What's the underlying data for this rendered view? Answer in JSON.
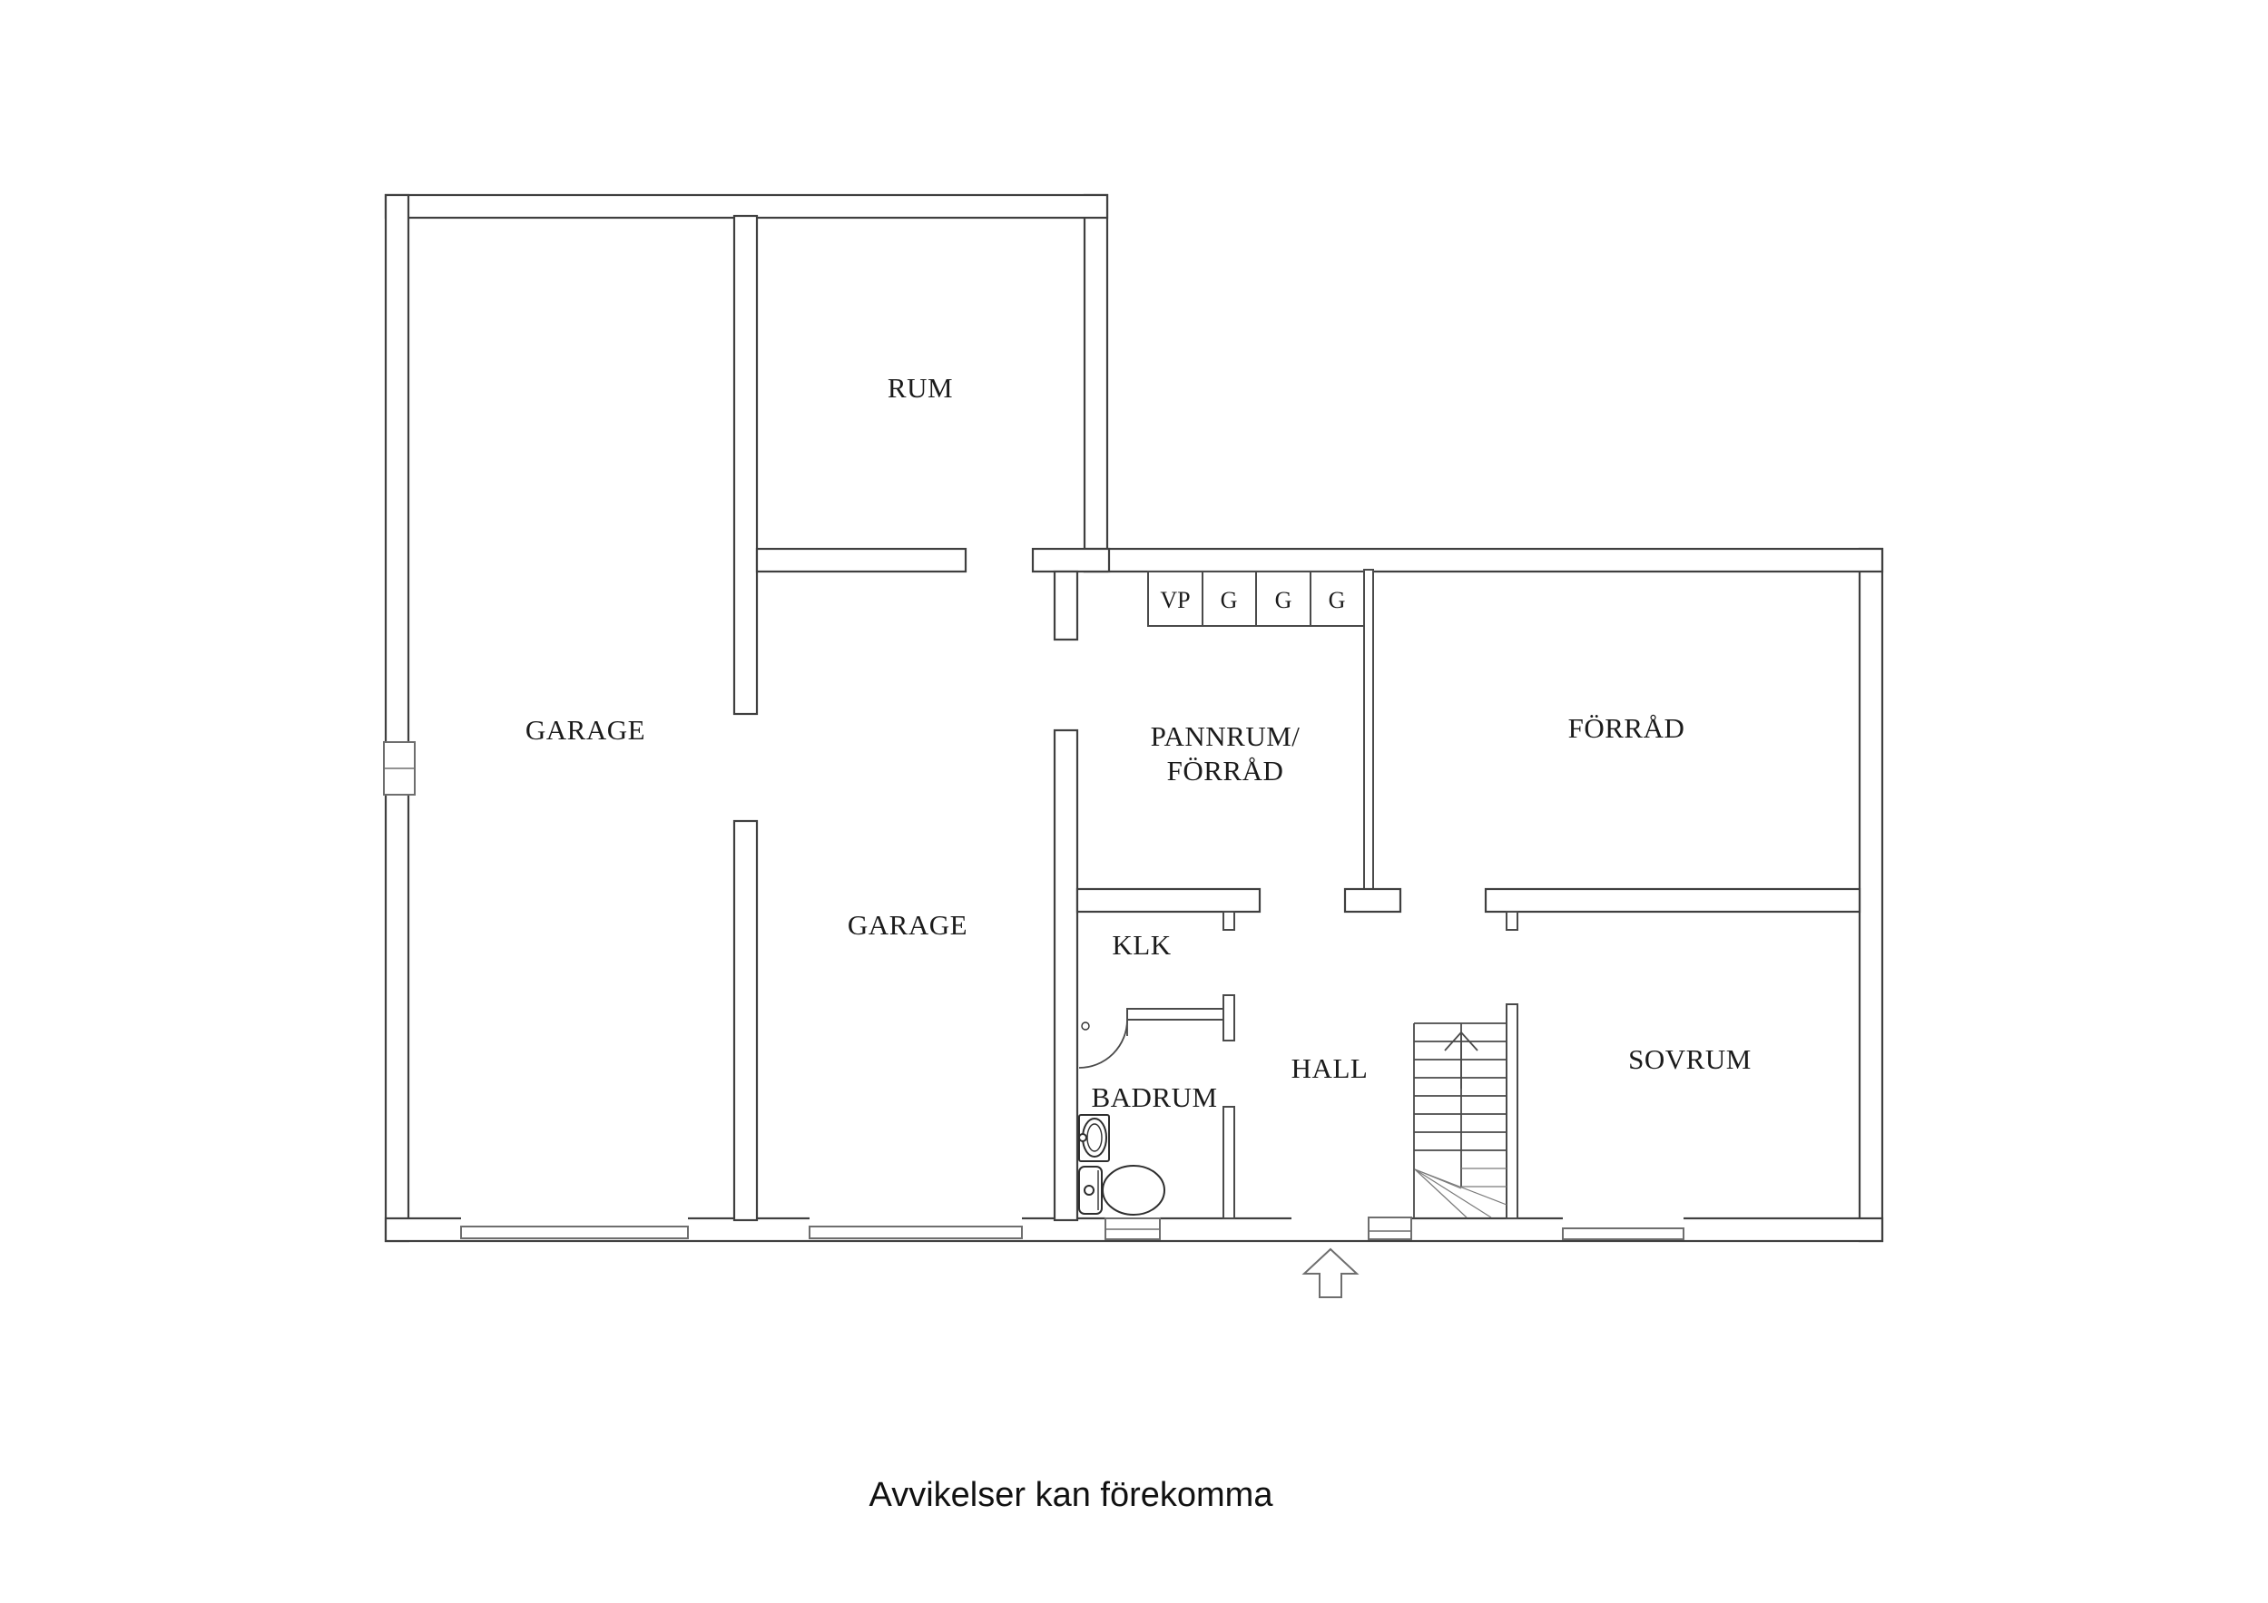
{
  "note": "Avvikelser kan förekomma",
  "rooms": {
    "garage_left": "GARAGE",
    "rum": "RUM",
    "garage_center": "GARAGE",
    "pannrum_line1": "PANNRUM/",
    "pannrum_line2": "FÖRRÅD",
    "forrad": "FÖRRÅD",
    "klk": "KLK",
    "badrum": "BADRUM",
    "hall": "HALL",
    "sovrum": "SOVRUM"
  },
  "cabinets": {
    "vp": "VP",
    "g1": "G",
    "g2": "G",
    "g3": "G"
  },
  "icons": {
    "stairs_direction": "up-arrow",
    "entrance": "entrance-arrow"
  },
  "colors": {
    "background": "#ffffff",
    "wall_line": "#3f3f3f",
    "feature_line": "#6e6e6e",
    "text": "#1b1b1b"
  }
}
